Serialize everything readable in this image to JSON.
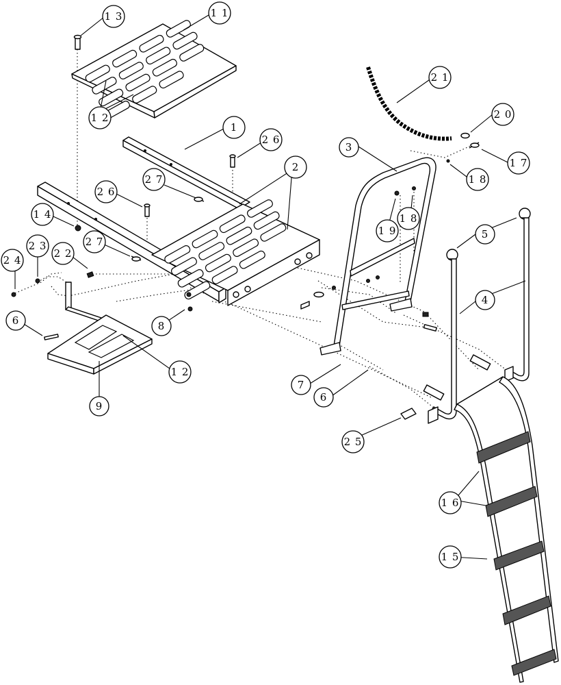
{
  "callouts": [
    {
      "id": "c11",
      "label": "1 1"
    },
    {
      "id": "c13",
      "label": "1 3"
    },
    {
      "id": "c12a",
      "label": "1 2"
    },
    {
      "id": "c1",
      "label": "1"
    },
    {
      "id": "c26a",
      "label": "2 6"
    },
    {
      "id": "c2",
      "label": "2"
    },
    {
      "id": "c27a",
      "label": "2 7"
    },
    {
      "id": "c26b",
      "label": "2 6"
    },
    {
      "id": "c14",
      "label": "1 4"
    },
    {
      "id": "c23",
      "label": "2 3"
    },
    {
      "id": "c22",
      "label": "2 2"
    },
    {
      "id": "c27b",
      "label": "2 7"
    },
    {
      "id": "c24",
      "label": "2 4"
    },
    {
      "id": "c8",
      "label": "8"
    },
    {
      "id": "c6a",
      "label": "6"
    },
    {
      "id": "c12b",
      "label": "1 2"
    },
    {
      "id": "c9",
      "label": "9"
    },
    {
      "id": "c21",
      "label": "2 1"
    },
    {
      "id": "c20",
      "label": "2 0"
    },
    {
      "id": "c17",
      "label": "1 7"
    },
    {
      "id": "c18a",
      "label": "1 8"
    },
    {
      "id": "c3",
      "label": "3"
    },
    {
      "id": "c19",
      "label": "1 9"
    },
    {
      "id": "c18b",
      "label": "1 8"
    },
    {
      "id": "c5",
      "label": "5"
    },
    {
      "id": "c4",
      "label": "4"
    },
    {
      "id": "c7",
      "label": "7"
    },
    {
      "id": "c6b",
      "label": "6"
    },
    {
      "id": "c25",
      "label": "2 5"
    },
    {
      "id": "c16",
      "label": "1 6"
    },
    {
      "id": "c15",
      "label": "1 5"
    }
  ]
}
